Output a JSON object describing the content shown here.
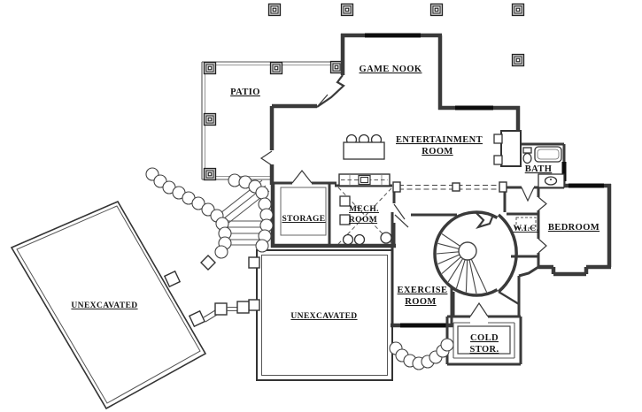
{
  "drawing": {
    "background_color": "#ffffff",
    "line_color": "#3a3a3a",
    "labels": {
      "patio": "PATIO",
      "game_nook": "GAME NOOK",
      "entertainment_line1": "ENTERTAINMENT",
      "entertainment_line2": "ROOM",
      "bath": "BATH",
      "storage": "STORAGE",
      "mech_line1": "MECH.",
      "mech_line2": "ROOM",
      "wic": "W.I.C.",
      "bedroom": "BEDROOM",
      "exercise_line1": "EXERCISE",
      "exercise_line2": "ROOM",
      "cold_line1": "COLD",
      "cold_line2": "STOR.",
      "unexcavated_main": "UNEXCAVATED",
      "unexcavated_detached": "UNEXCAVATED"
    }
  }
}
